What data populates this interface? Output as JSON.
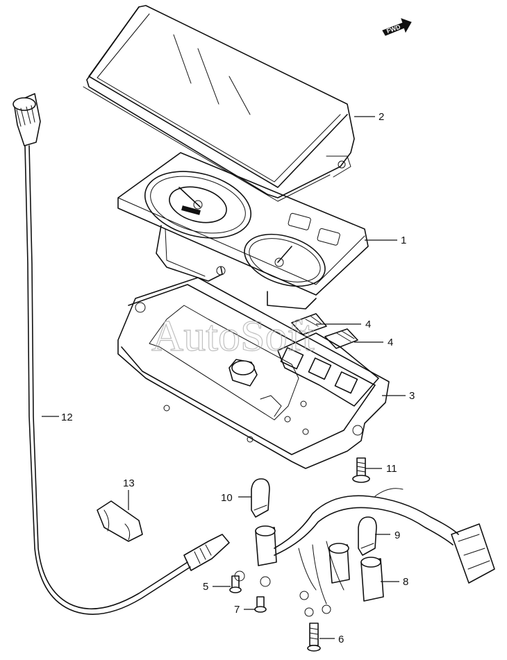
{
  "direction_badge": "FWD",
  "watermark": "AutoSoft",
  "callouts": {
    "c1": "1",
    "c2": "2",
    "c3": "3",
    "c4a": "4",
    "c4b": "4",
    "c5": "5",
    "c6": "6",
    "c7": "7",
    "c8": "8",
    "c9": "9",
    "c10": "10",
    "c11": "11",
    "c12": "12",
    "c13": "13"
  }
}
